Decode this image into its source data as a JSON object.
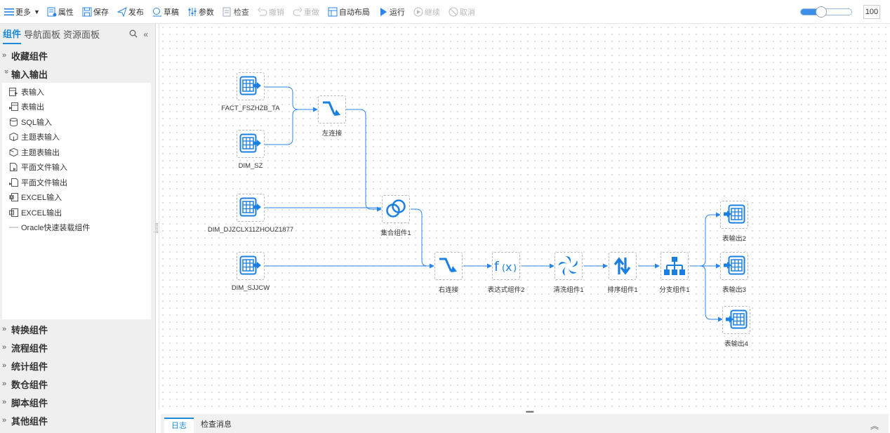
{
  "toolbar": {
    "more": "更多",
    "properties": "属性",
    "save": "保存",
    "publish": "发布",
    "draft": "草稿",
    "params": "参数",
    "check": "检查",
    "undo": "撤销",
    "redo": "重做",
    "auto_layout": "自动布局",
    "run": "运行",
    "continue": "继续",
    "cancel": "取消",
    "zoom_value": "100",
    "zoom_fraction": 0.4
  },
  "sidebar": {
    "tabs": [
      "组件",
      "导航面板",
      "资源面板"
    ],
    "groups": {
      "favorites": "收藏组件",
      "io": "输入输出",
      "transform": "转换组件",
      "flow": "流程组件",
      "stats": "统计组件",
      "warehouse": "数仓组件",
      "script": "脚本组件",
      "other": "其他组件"
    },
    "io_items": [
      {
        "label": "表输入",
        "icon": "table-input-icon"
      },
      {
        "label": "表输出",
        "icon": "table-output-icon"
      },
      {
        "label": "SQL输入",
        "icon": "sql-input-icon"
      },
      {
        "label": "主题表输入",
        "icon": "subject-table-input-icon"
      },
      {
        "label": "主题表输出",
        "icon": "subject-table-output-icon"
      },
      {
        "label": "平面文件输入",
        "icon": "flat-file-input-icon"
      },
      {
        "label": "平面文件输出",
        "icon": "flat-file-output-icon"
      },
      {
        "label": "EXCEL输入",
        "icon": "excel-input-icon"
      },
      {
        "label": "EXCEL输出",
        "icon": "excel-output-icon"
      },
      {
        "label": "Oracle快速装载组件",
        "icon": "oracle-load-icon"
      }
    ]
  },
  "nodes": {
    "n1": {
      "label": "FACT_FSZHZB_TA",
      "icon": "table-input-icon"
    },
    "n2": {
      "label": "DIM_SZ",
      "icon": "table-input-icon"
    },
    "n3": {
      "label": "DIM_DJZCLX11ZHOUZ1877",
      "icon": "table-input-icon"
    },
    "n4": {
      "label": "DIM_SJJCW",
      "icon": "table-input-icon"
    },
    "n5": {
      "label": "左连接",
      "icon": "left-join-icon"
    },
    "n6": {
      "label": "集合组件1",
      "icon": "set-union-icon"
    },
    "n7": {
      "label": "右连接",
      "icon": "right-join-icon"
    },
    "n8": {
      "label": "表达式组件2",
      "icon": "function-icon"
    },
    "n9": {
      "label": "清洗组件1",
      "icon": "clean-icon"
    },
    "n10": {
      "label": "排序组件1",
      "icon": "sort-icon"
    },
    "n11": {
      "label": "分支组件1",
      "icon": "branch-icon"
    },
    "n12": {
      "label": "表输出2",
      "icon": "table-output-icon"
    },
    "n13": {
      "label": "表输出3",
      "icon": "table-output-icon"
    },
    "n14": {
      "label": "表输出4",
      "icon": "table-output-icon"
    }
  },
  "bottom": {
    "tabs": [
      "日志",
      "检查消息"
    ]
  },
  "colors": {
    "accent": "#1c8ad6",
    "edge": "#2a85e8",
    "icon_blue": "#1a7fe0"
  }
}
